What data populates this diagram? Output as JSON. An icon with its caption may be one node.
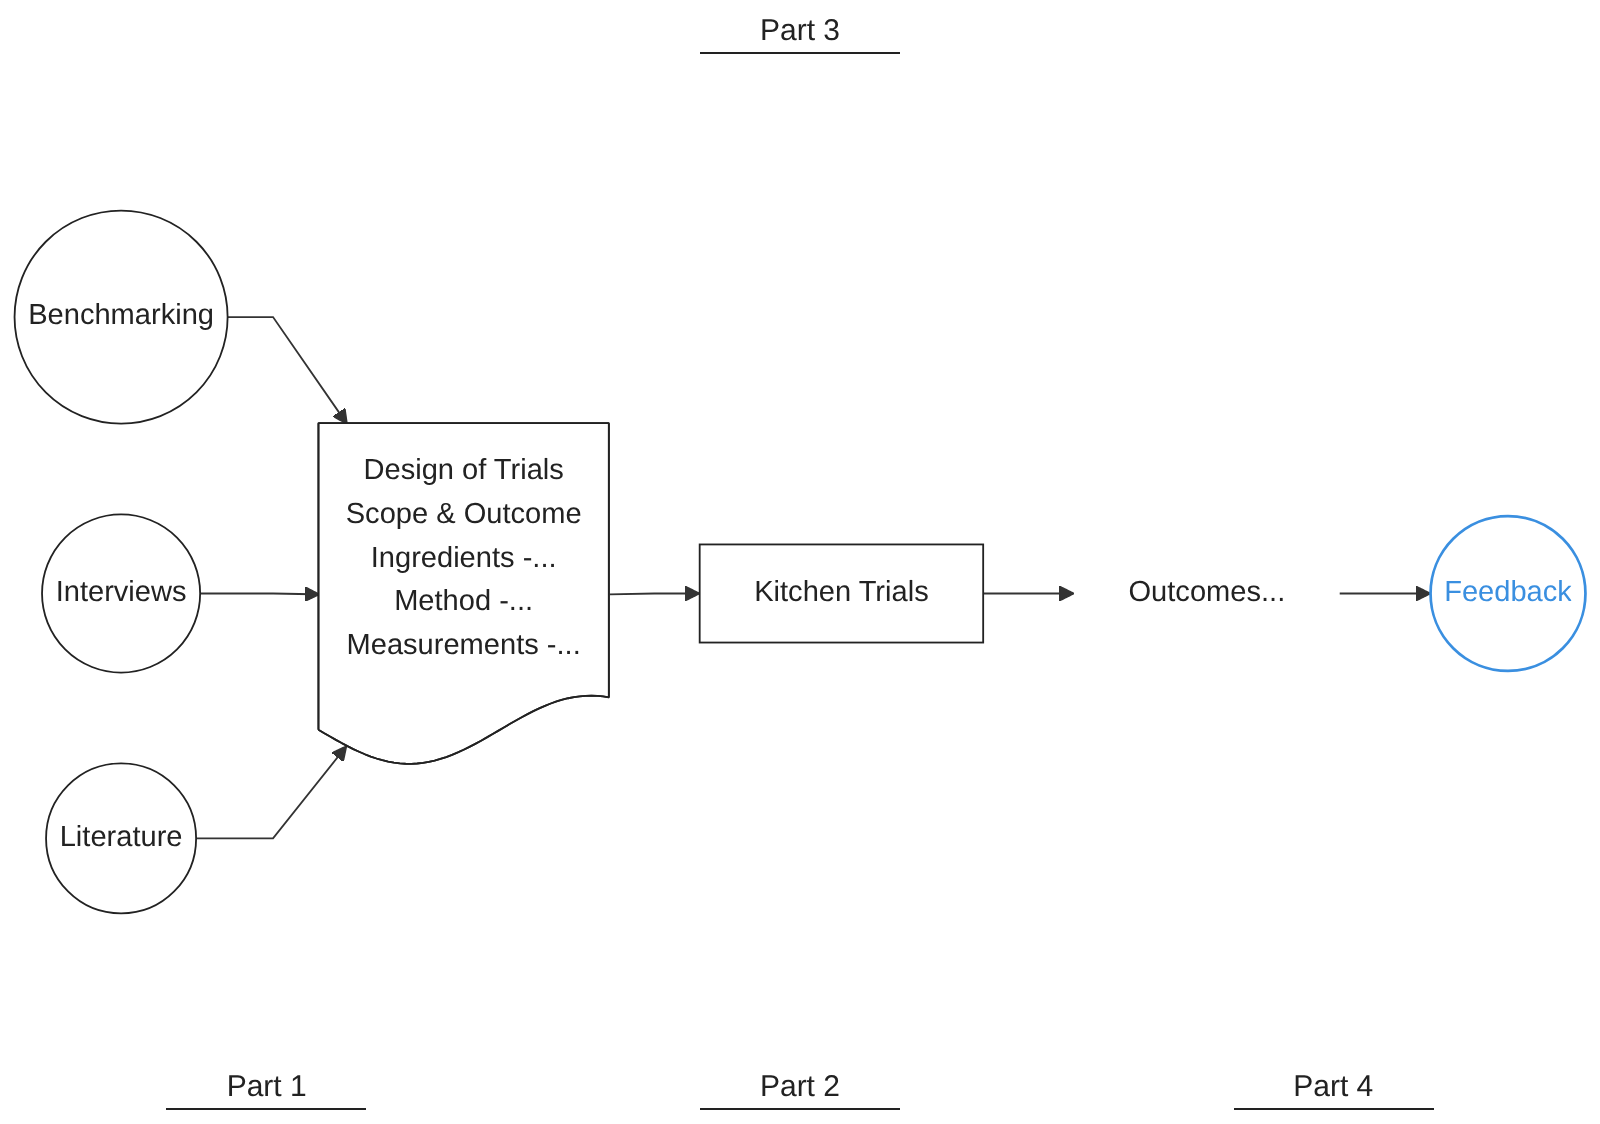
{
  "diagram": {
    "nodes": [
      {
        "text": [
          "Benchmarking"
        ]
      },
      {
        "text": [
          "Interviews"
        ]
      },
      {
        "text": [
          "Literature"
        ]
      },
      {
        "text": [
          "Design of Trials",
          "Scope & Outcome",
          "Ingredients -...",
          "Method -...",
          "Measurements -..."
        ]
      },
      {
        "text": [
          "Kitchen Trials"
        ]
      },
      {
        "text": [
          "Outcomes..."
        ]
      },
      {
        "text": [
          "Feedback"
        ]
      }
    ],
    "edges": [
      {
        "from": 0,
        "to": 3,
        "arrow": "to"
      },
      {
        "from": 1,
        "to": 3,
        "arrow": "to"
      },
      {
        "from": 2,
        "to": 3,
        "arrow": "to"
      },
      {
        "from": 3,
        "to": 4,
        "arrow": "to"
      },
      {
        "from": 4,
        "to": 5,
        "arrow": "to"
      },
      {
        "from": 5,
        "to": 6,
        "arrow": "to"
      }
    ],
    "labels": [
      "Part 3",
      "Part 1",
      "Part 2",
      "Part 4"
    ]
  }
}
